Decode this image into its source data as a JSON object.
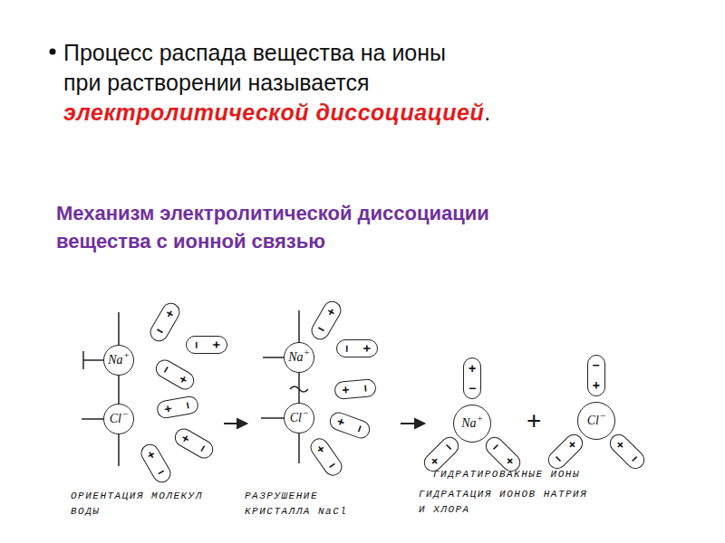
{
  "diagram": {
    "title": "Механизм электролитической диссоциации вещества с ионной связью",
    "nodes": [
      {
        "text": [
          "Na",
          "+"
        ]
      },
      {
        "text": [
          "Cl",
          "−"
        ]
      },
      {
        "text": [
          "+",
          "−"
        ]
      },
      {
        "text": [
          "+",
          "−"
        ]
      },
      {
        "text": [
          "+",
          "−"
        ]
      },
      {
        "text": [
          "+",
          "−"
        ]
      },
      {
        "text": [
          "+",
          "−"
        ]
      },
      {
        "text": [
          "+",
          "−"
        ]
      },
      {
        "text": [
          "Na",
          "+"
        ]
      },
      {
        "text": [
          "Cl",
          "−"
        ]
      },
      {
        "text": [
          "+",
          "−"
        ]
      },
      {
        "text": [
          "+",
          "−"
        ]
      },
      {
        "text": [
          "+",
          "−"
        ]
      },
      {
        "text": [
          "+",
          "−"
        ]
      },
      {
        "text": [
          "+",
          "−"
        ]
      },
      {
        "text": [
          "Na",
          "+"
        ]
      },
      {
        "text": [
          "+",
          "−"
        ]
      },
      {
        "text": [
          "+",
          "−"
        ]
      },
      {
        "text": [
          "+",
          "−"
        ]
      },
      {
        "text": [
          "Cl",
          "−"
        ]
      },
      {
        "text": [
          "+",
          "−"
        ]
      },
      {
        "text": [
          "+",
          "−"
        ]
      },
      {
        "text": [
          "+",
          "−"
        ]
      }
    ],
    "edges": [
      {
        "from": 0,
        "to": 1,
        "arrow": "none"
      },
      {
        "from": 8,
        "to": 9,
        "arrow": "none"
      }
    ],
    "labels": [
      "Процесс распада вещества на ионы при растворении называется",
      "электролитической диссоциацией",
      ".",
      "+",
      "ОРИЕНТАЦИЯ МОЛЕКУЛ ВОДЫ",
      "РАЗРУШЕНИЕ КРИСТАЛЛА NaCl",
      "ГИДРАТИРОВАКНЫЕ ИОНЫ",
      "ГИДРАТАЦИЯ ИОНОВ НАТРИЯ И ХЛОРА"
    ]
  }
}
